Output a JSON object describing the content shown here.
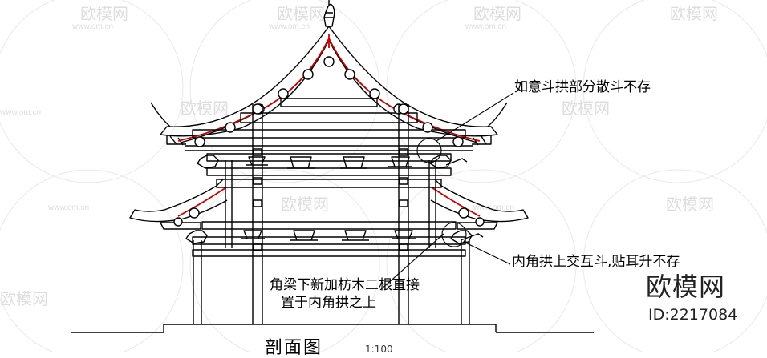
{
  "annotations": {
    "top_right": "如意斗拱部分散斗不存",
    "bottom_right": "内角拱上交互斗,贴耳升不存",
    "bottom_left_line1": "角梁下新加枋木二根直接",
    "bottom_left_line2": "置于内角拱之上"
  },
  "title": "剖面图",
  "scale": "1:100",
  "watermark": {
    "brand": "欧模网",
    "id": "ID:2217084",
    "repeat_text": "欧模网",
    "repeat_url": "www.om.cn"
  },
  "colors": {
    "line": "#000000",
    "rafter_red": "#cc0000",
    "watermark": "#e3e3e3"
  }
}
